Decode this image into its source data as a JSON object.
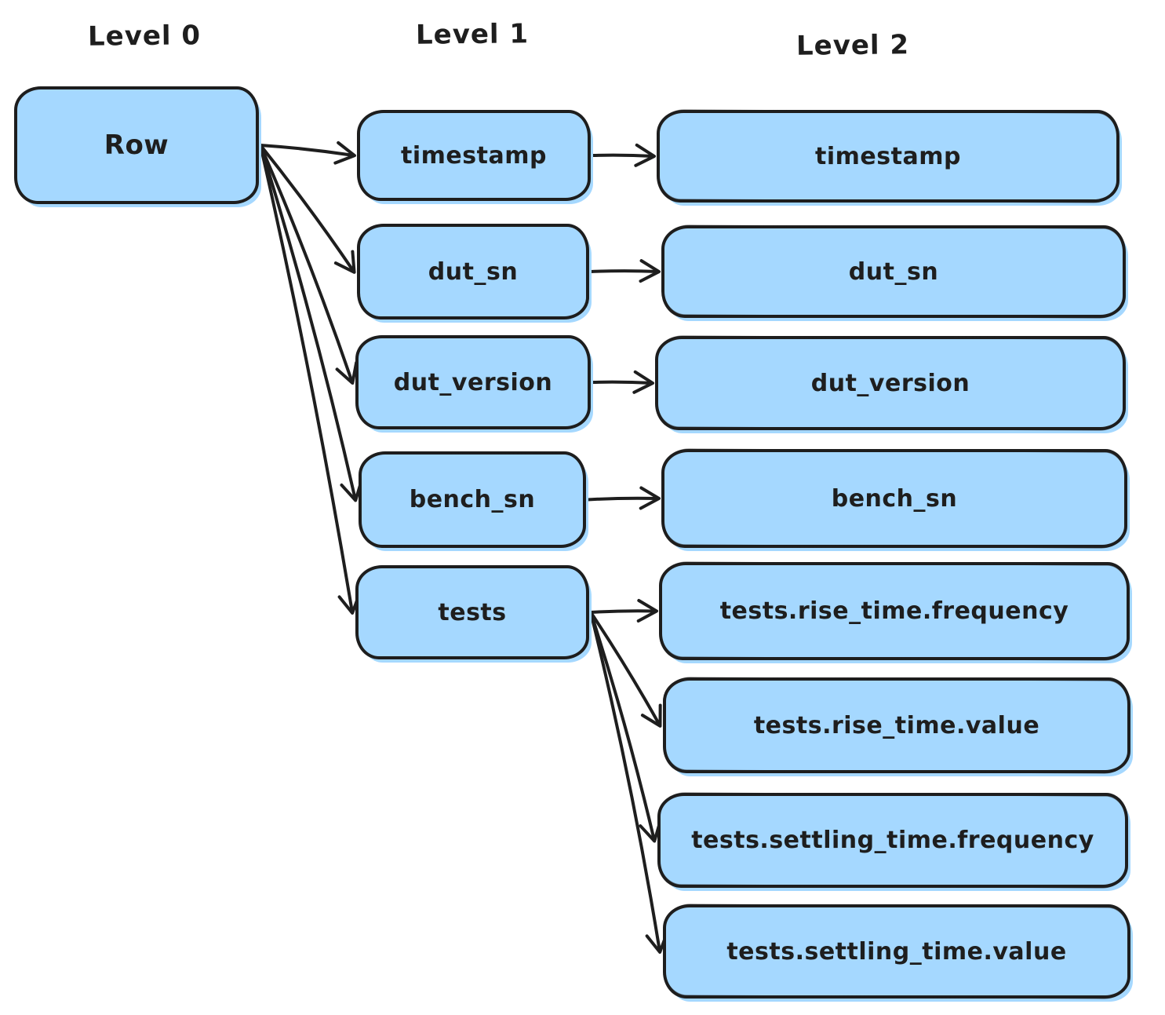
{
  "diagram": {
    "title": "Row field mapping diagram",
    "colors": {
      "background": "#ffffff",
      "node_fill": "#a5d8ff",
      "node_stroke": "#1e1e1e",
      "arrow": "#1e1e1e",
      "text": "#1e1e1e"
    },
    "column_headers": [
      {
        "id": "level0",
        "label": "Level 0"
      },
      {
        "id": "level1",
        "label": "Level 1"
      },
      {
        "id": "level2",
        "label": "Level 2"
      }
    ],
    "nodes": [
      {
        "id": "row",
        "label": "Row",
        "level": 0
      },
      {
        "id": "l1-timestamp",
        "label": "timestamp",
        "level": 1
      },
      {
        "id": "l1-dut_sn",
        "label": "dut_sn",
        "level": 1
      },
      {
        "id": "l1-dut_version",
        "label": "dut_version",
        "level": 1
      },
      {
        "id": "l1-bench_sn",
        "label": "bench_sn",
        "level": 1
      },
      {
        "id": "l1-tests",
        "label": "tests",
        "level": 1
      },
      {
        "id": "l2-timestamp",
        "label": "timestamp",
        "level": 2
      },
      {
        "id": "l2-dut_sn",
        "label": "dut_sn",
        "level": 2
      },
      {
        "id": "l2-dut_version",
        "label": "dut_version",
        "level": 2
      },
      {
        "id": "l2-bench_sn",
        "label": "bench_sn",
        "level": 2
      },
      {
        "id": "l2-rise-frequency",
        "label": "tests.rise_time.frequency",
        "level": 2
      },
      {
        "id": "l2-rise-value",
        "label": "tests.rise_time.value",
        "level": 2
      },
      {
        "id": "l2-settling-frequency",
        "label": "tests.settling_time.frequency",
        "level": 2
      },
      {
        "id": "l2-settling-value",
        "label": "tests.settling_time.value",
        "level": 2
      }
    ],
    "edges": [
      {
        "from": "row",
        "to": "l1-timestamp"
      },
      {
        "from": "row",
        "to": "l1-dut_sn"
      },
      {
        "from": "row",
        "to": "l1-dut_version"
      },
      {
        "from": "row",
        "to": "l1-bench_sn"
      },
      {
        "from": "row",
        "to": "l1-tests"
      },
      {
        "from": "l1-timestamp",
        "to": "l2-timestamp"
      },
      {
        "from": "l1-dut_sn",
        "to": "l2-dut_sn"
      },
      {
        "from": "l1-dut_version",
        "to": "l2-dut_version"
      },
      {
        "from": "l1-bench_sn",
        "to": "l2-bench_sn"
      },
      {
        "from": "l1-tests",
        "to": "l2-rise-frequency"
      },
      {
        "from": "l1-tests",
        "to": "l2-rise-value"
      },
      {
        "from": "l1-tests",
        "to": "l2-settling-frequency"
      },
      {
        "from": "l1-tests",
        "to": "l2-settling-value"
      }
    ]
  }
}
